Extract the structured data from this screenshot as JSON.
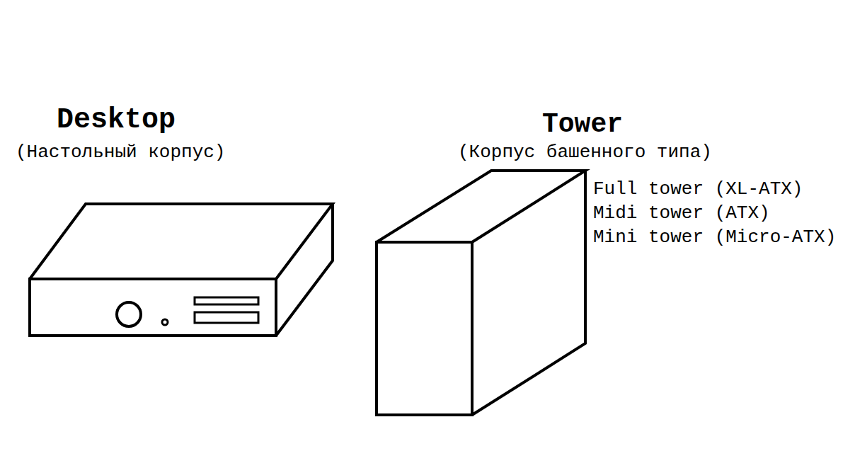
{
  "diagram": {
    "labels": [
      "Desktop",
      "(Настольный корпус)",
      "Tower",
      "(Корпус башенного типа)",
      "Full tower (XL-ATX)",
      "Midi tower (ATX)",
      "Mini tower (Micro-ATX)"
    ]
  }
}
